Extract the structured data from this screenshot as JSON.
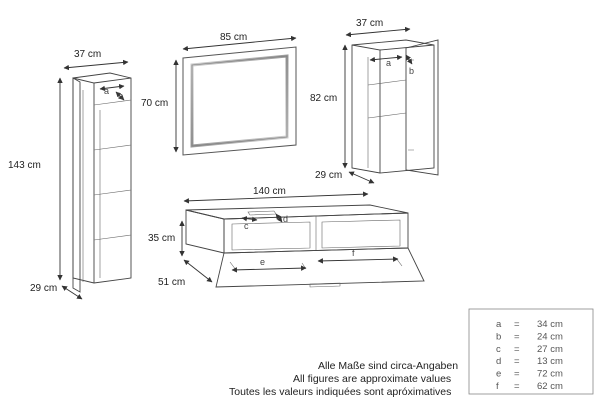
{
  "dimensions": {
    "tall_cabinet": {
      "width": "37 cm",
      "height": "143 cm",
      "depth": "29 cm"
    },
    "mirror": {
      "width": "85 cm",
      "height": "70 cm"
    },
    "wall_cabinet": {
      "width": "37 cm",
      "height": "82 cm",
      "depth": "29 cm"
    },
    "lowboard": {
      "width": "140 cm",
      "height": "35 cm",
      "depth": "51 cm"
    }
  },
  "inner_labels": {
    "a": "a",
    "b": "b",
    "c": "c",
    "d": "d",
    "e": "e",
    "f": "f"
  },
  "legend": [
    {
      "key": "a",
      "eq": "=",
      "value": "34 cm"
    },
    {
      "key": "b",
      "eq": "=",
      "value": "24 cm"
    },
    {
      "key": "c",
      "eq": "=",
      "value": "27 cm"
    },
    {
      "key": "d",
      "eq": "=",
      "value": "13 cm"
    },
    {
      "key": "e",
      "eq": "=",
      "value": "72 cm"
    },
    {
      "key": "f",
      "eq": "=",
      "value": "62 cm"
    }
  ],
  "notes": {
    "de": "Alle Maße sind circa-Angaben",
    "en": "All figures are approximate values",
    "fr": "Toutes les valeurs indiquées sont apróximatives"
  }
}
